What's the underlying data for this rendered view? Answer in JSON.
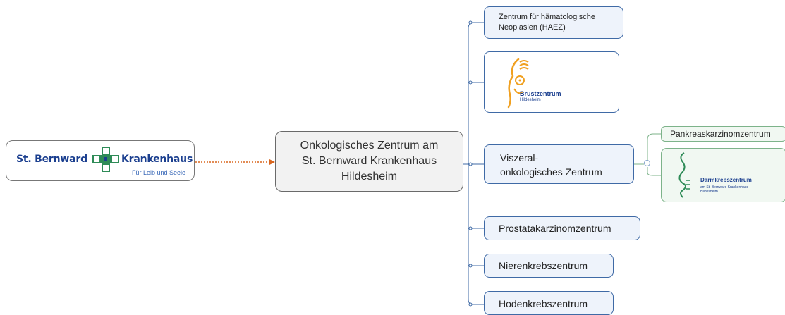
{
  "root": {
    "logo_left": "St. Bernward",
    "logo_right": "Krankenhaus",
    "logo_tagline": "Für Leib und Seele"
  },
  "center": {
    "line1": "Onkologisches Zentrum am",
    "line2": "St. Bernward Krankenhaus",
    "line3": "Hildesheim"
  },
  "branches": {
    "haez_line1": "Zentrum für hämatologische",
    "haez_line2": "Neoplasien (HAEZ)",
    "brust_title": "Brustzentrum",
    "brust_sub": "Hildesheim",
    "visz_line1": "Viszeral-",
    "visz_line2": "onkologisches Zentrum",
    "prostata": "Prostatakarzinomzentrum",
    "niere": "Nierenkrebszentrum",
    "hoden": "Hodenkrebszentrum"
  },
  "subbranches": {
    "pankreas": "Pankreaskarzinomzentrum",
    "darm_title": "Darmkrebszentrum",
    "darm_sub1": "am St. Bernward Krankenhaus",
    "darm_sub2": "Hildesheim"
  },
  "colors": {
    "brand_blue": "#1b3f8f",
    "brand_green": "#2e8b57",
    "brust_orange": "#f0a020",
    "arrow": "#d9661f"
  }
}
